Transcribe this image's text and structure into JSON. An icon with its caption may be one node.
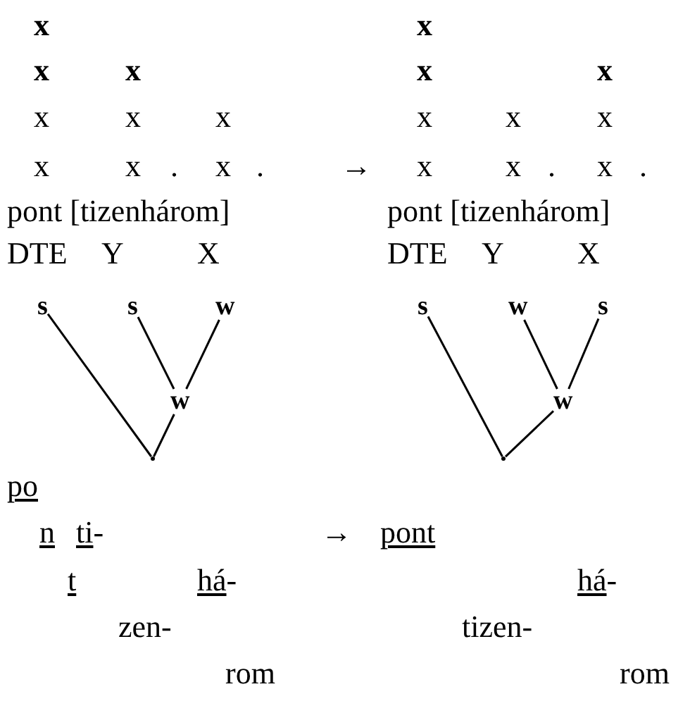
{
  "diagram": {
    "nodes": [
      {
        "text": [
          "s"
        ]
      },
      {
        "text": [
          "s"
        ]
      },
      {
        "text": [
          "w"
        ]
      },
      {
        "text": [
          "w"
        ]
      },
      {
        "text": [],
        "shape": "point"
      },
      {
        "text": [
          "s"
        ]
      },
      {
        "text": [
          "w"
        ]
      },
      {
        "text": [
          "s"
        ]
      },
      {
        "text": [
          "w"
        ]
      },
      {
        "text": [],
        "shape": "point"
      }
    ],
    "edges": [
      {
        "from": 0,
        "to": 4,
        "arrow": "none"
      },
      {
        "from": 1,
        "to": 3,
        "arrow": "none"
      },
      {
        "from": 2,
        "to": 3,
        "arrow": "none"
      },
      {
        "from": 3,
        "to": 4,
        "arrow": "none"
      },
      {
        "from": 5,
        "to": 9,
        "arrow": "none"
      },
      {
        "from": 6,
        "to": 8,
        "arrow": "none"
      },
      {
        "from": 7,
        "to": 8,
        "arrow": "none"
      },
      {
        "from": 8,
        "to": 9,
        "arrow": "none"
      }
    ],
    "labels": [
      "x",
      "x",
      "x",
      "x",
      "x",
      "x",
      "x",
      "x",
      "x",
      "x",
      "x",
      "x",
      "x",
      "x",
      ".",
      "x",
      ".",
      "→",
      "x",
      "x",
      ".",
      "x",
      ".",
      "pont [tizenhárom]",
      "pont [tizenhárom]",
      "DTE",
      "Y",
      "X",
      "DTE",
      "Y",
      "X",
      "po",
      "n",
      "ti-",
      "→",
      "pont",
      "t",
      "há-",
      "há-",
      "zen-",
      "tizen-",
      "rom",
      "rom"
    ]
  }
}
